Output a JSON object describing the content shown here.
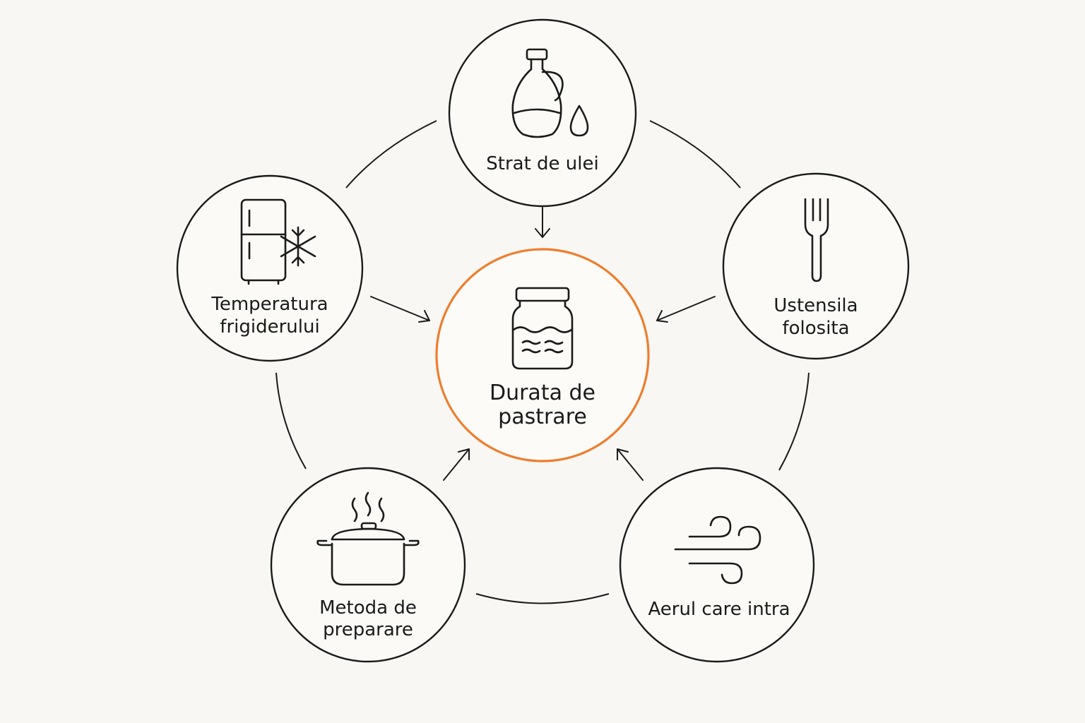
{
  "center": {
    "label_line1": "Durata de",
    "label_line2": "pastrare",
    "icon": "jar-icon",
    "accent_color": "#ef7d2d"
  },
  "factors": [
    {
      "id": "oil",
      "label_line1": "Strat de ulei",
      "label_line2": "",
      "icon": "oil-bottle-icon"
    },
    {
      "id": "utensil",
      "label_line1": "Ustensila",
      "label_line2": "folosita",
      "icon": "fork-icon"
    },
    {
      "id": "air",
      "label_line1": "Aerul care intra",
      "label_line2": "",
      "icon": "wind-icon"
    },
    {
      "id": "method",
      "label_line1": "Metoda de",
      "label_line2": "preparare",
      "icon": "cooking-pot-icon"
    },
    {
      "id": "fridge",
      "label_line1": "Temperatura",
      "label_line2": "frigiderului",
      "icon": "fridge-snowflake-icon"
    }
  ],
  "colors": {
    "background": "#f8f7f4",
    "stroke": "#1a1a1a",
    "accent": "#ef7d2d"
  }
}
